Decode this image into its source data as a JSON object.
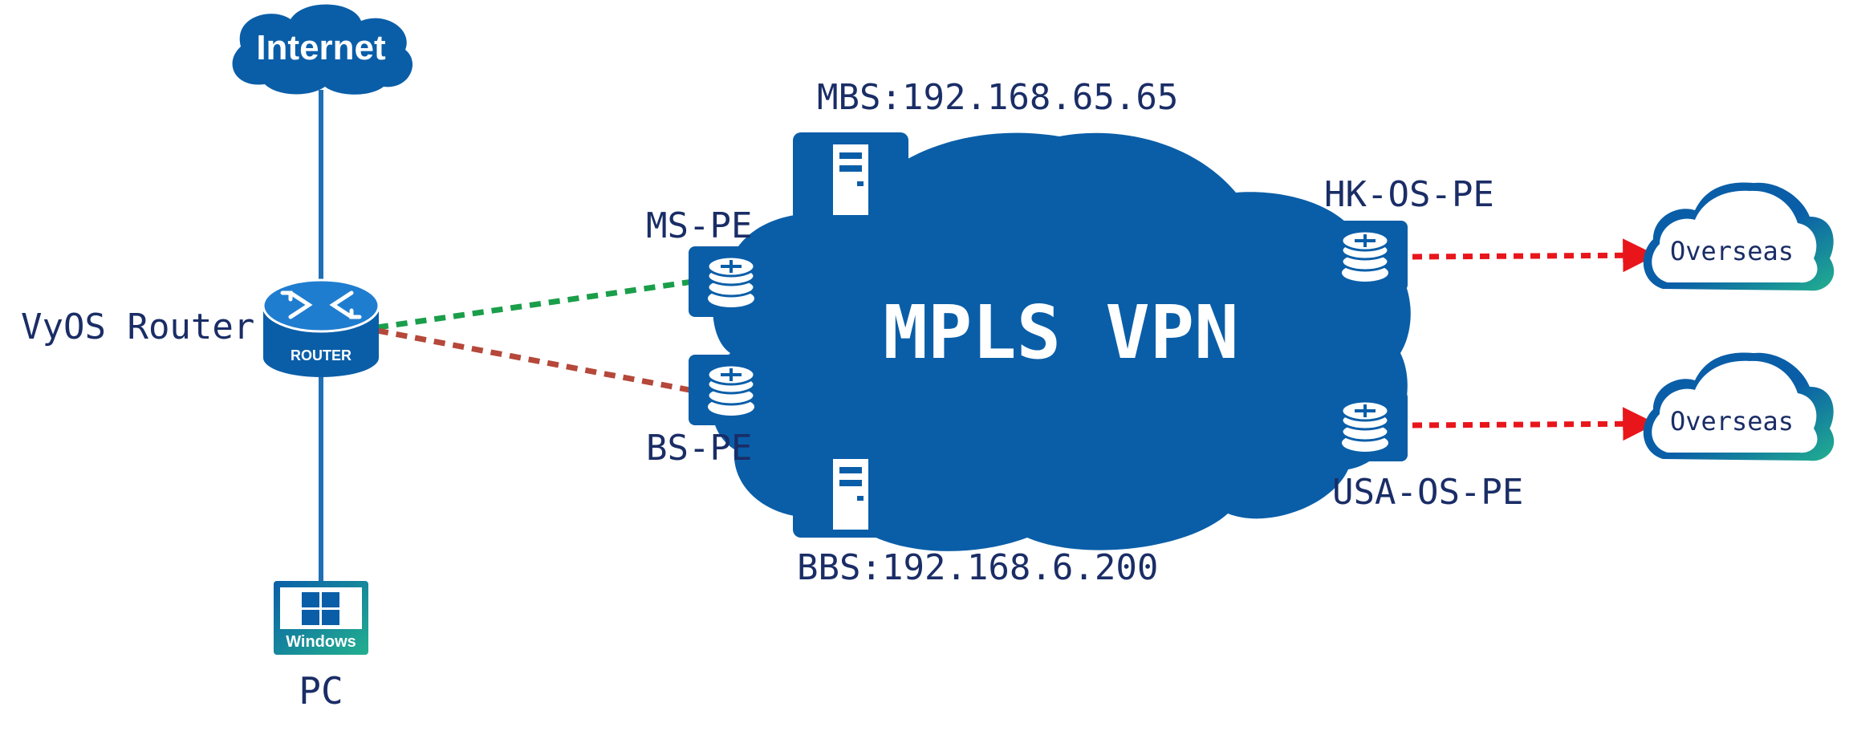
{
  "nodes": {
    "internet": {
      "label": "Internet"
    },
    "vyos_router": {
      "label": "VyOS Router",
      "badge": "ROUTER"
    },
    "pc": {
      "label": "PC",
      "os_badge": "Windows"
    },
    "mpls_cloud": {
      "label": "MPLS VPN"
    },
    "mbs": {
      "label": "MBS:192.168.65.65"
    },
    "bbs": {
      "label": "BBS:192.168.6.200"
    },
    "ms_pe": {
      "label": "MS-PE"
    },
    "bs_pe": {
      "label": "BS-PE"
    },
    "hk_os_pe": {
      "label": "HK-OS-PE"
    },
    "usa_os_pe": {
      "label": "USA-OS-PE"
    },
    "overseas_1": {
      "label": "Overseas"
    },
    "overseas_2": {
      "label": "Overseas"
    }
  },
  "links": [
    {
      "from": "internet",
      "to": "vyos_router",
      "style": "solid",
      "color": "#1f6fb5"
    },
    {
      "from": "vyos_router",
      "to": "pc",
      "style": "solid",
      "color": "#1f6fb5"
    },
    {
      "from": "vyos_router",
      "to": "ms_pe",
      "style": "dashed",
      "color": "#1a9e4a"
    },
    {
      "from": "vyos_router",
      "to": "bs_pe",
      "style": "dashed",
      "color": "#b5483a"
    },
    {
      "from": "hk_os_pe",
      "to": "overseas_1",
      "style": "dotted-arrow",
      "color": "#e8161b"
    },
    {
      "from": "usa_os_pe",
      "to": "overseas_2",
      "style": "dotted-arrow",
      "color": "#e8161b"
    }
  ],
  "colors": {
    "primary_blue": "#0a5ea8",
    "label_navy": "#1a2d66",
    "teal_accent": "#22b08f",
    "green_link": "#1a9e4a",
    "brown_link": "#b5483a",
    "red_link": "#e8161b"
  },
  "icons": {
    "internet": "cloud-icon",
    "vyos_router": "router-icon",
    "pc": "windows-pc-icon",
    "mbs": "server-icon",
    "bbs": "server-icon",
    "pe": "router-stack-icon",
    "overseas": "cloud-outline-icon"
  }
}
